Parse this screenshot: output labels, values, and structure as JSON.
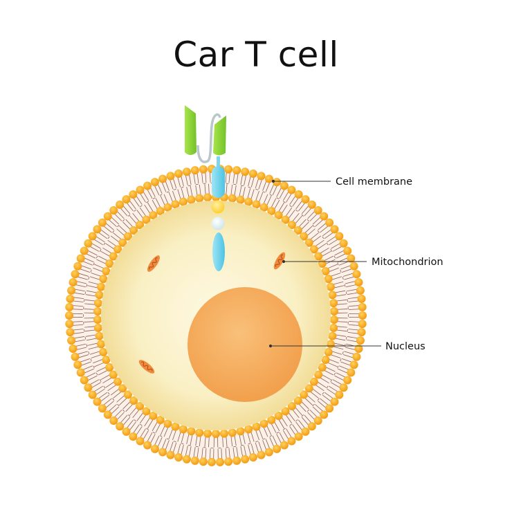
{
  "title": "Car T cell",
  "labels": {
    "membrane": "Cell membrane",
    "mitochondrion": "Mitochondrion",
    "nucleus": "Nucleus"
  },
  "colors": {
    "lipid_head": "#f5a623",
    "lipid_tail": "#8a5a5a",
    "cytoplasm_center": "#fdf7dc",
    "cytoplasm_edge": "#f4e3a4",
    "nucleus_center": "#f8b86b",
    "nucleus_edge": "#f2a04c",
    "receptor_green": "#8fd43b",
    "receptor_blue": "#68d1ea",
    "signal_yellow": "#ffd54a",
    "signal_white": "#e8f3f5",
    "mitochondrion": "#f08a3c"
  },
  "icons": [
    "car-receptor-icon",
    "mitochondrion-icon",
    "nucleus-icon"
  ]
}
